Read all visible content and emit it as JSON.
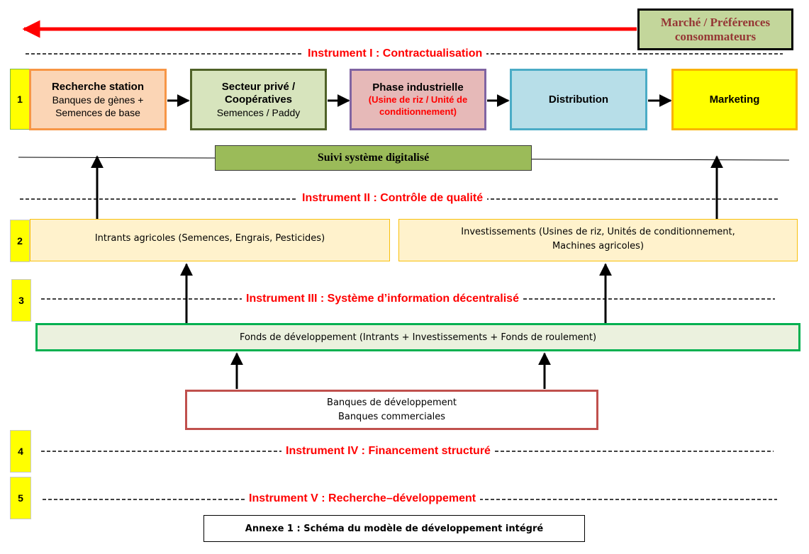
{
  "market": {
    "line1": "Marché / Préférences",
    "line2": "consommateurs"
  },
  "instruments": {
    "i1": "Instrument I :  Contractualisation",
    "i2": "Instrument II : Contrôle de qualité",
    "i3": "Instrument III : Système d’information décentralisé",
    "i4": "Instrument IV : Financement structuré",
    "i5": "Instrument V : Recherche–développement"
  },
  "numbers": [
    "1",
    "2",
    "3",
    "4",
    "5"
  ],
  "chain": {
    "recherche": {
      "title": "Recherche station",
      "line1": "Banques de gènes +",
      "line2": "Semences de base"
    },
    "secteur": {
      "title1": "Secteur privé /",
      "title2": "Coopératives",
      "line1": "Semences / Paddy"
    },
    "phase": {
      "title": "Phase industrielle",
      "line1": "(Usine de riz  / Unité de",
      "line2": "conditionnement)"
    },
    "distribution": {
      "title": "Distribution"
    },
    "marketing": {
      "title": "Marketing"
    }
  },
  "suivi": "Suivi système digitalisé",
  "intrants": "Intrants agricoles (Semences, Engrais, Pesticides)",
  "investissements": {
    "line1": "Investissements (Usines de riz, Unités de conditionnement,",
    "line2": "Machines agricoles)"
  },
  "fonds": "Fonds de développement (Intrants + Investissements + Fonds de roulement)",
  "banques": {
    "line1": "Banques de développement",
    "line2": "Banques commerciales"
  },
  "annexe": "Annexe 1 : Schéma du modèle de développement intégré",
  "colors": {
    "arrow_red": "#ff0000",
    "recherche_fill": "#fbd5b5",
    "recherche_border": "#f79646",
    "secteur_fill": "#d7e4bd",
    "secteur_border": "#4f6228",
    "phase_fill": "#e6b9b8",
    "phase_border": "#8064a2",
    "distribution_fill": "#b7dee8",
    "distribution_border": "#4bacc6",
    "marketing_fill": "#ffff00",
    "marketing_border": "#f9b300",
    "market_fill": "#c3d69b",
    "market_text": "#953735",
    "suivi_fill": "#9bbb59",
    "input_fill": "#fff2cc",
    "input_border": "#f9c00a",
    "fonds_fill": "#ebf1de",
    "fonds_border": "#00b050",
    "banques_border": "#c0504d"
  }
}
